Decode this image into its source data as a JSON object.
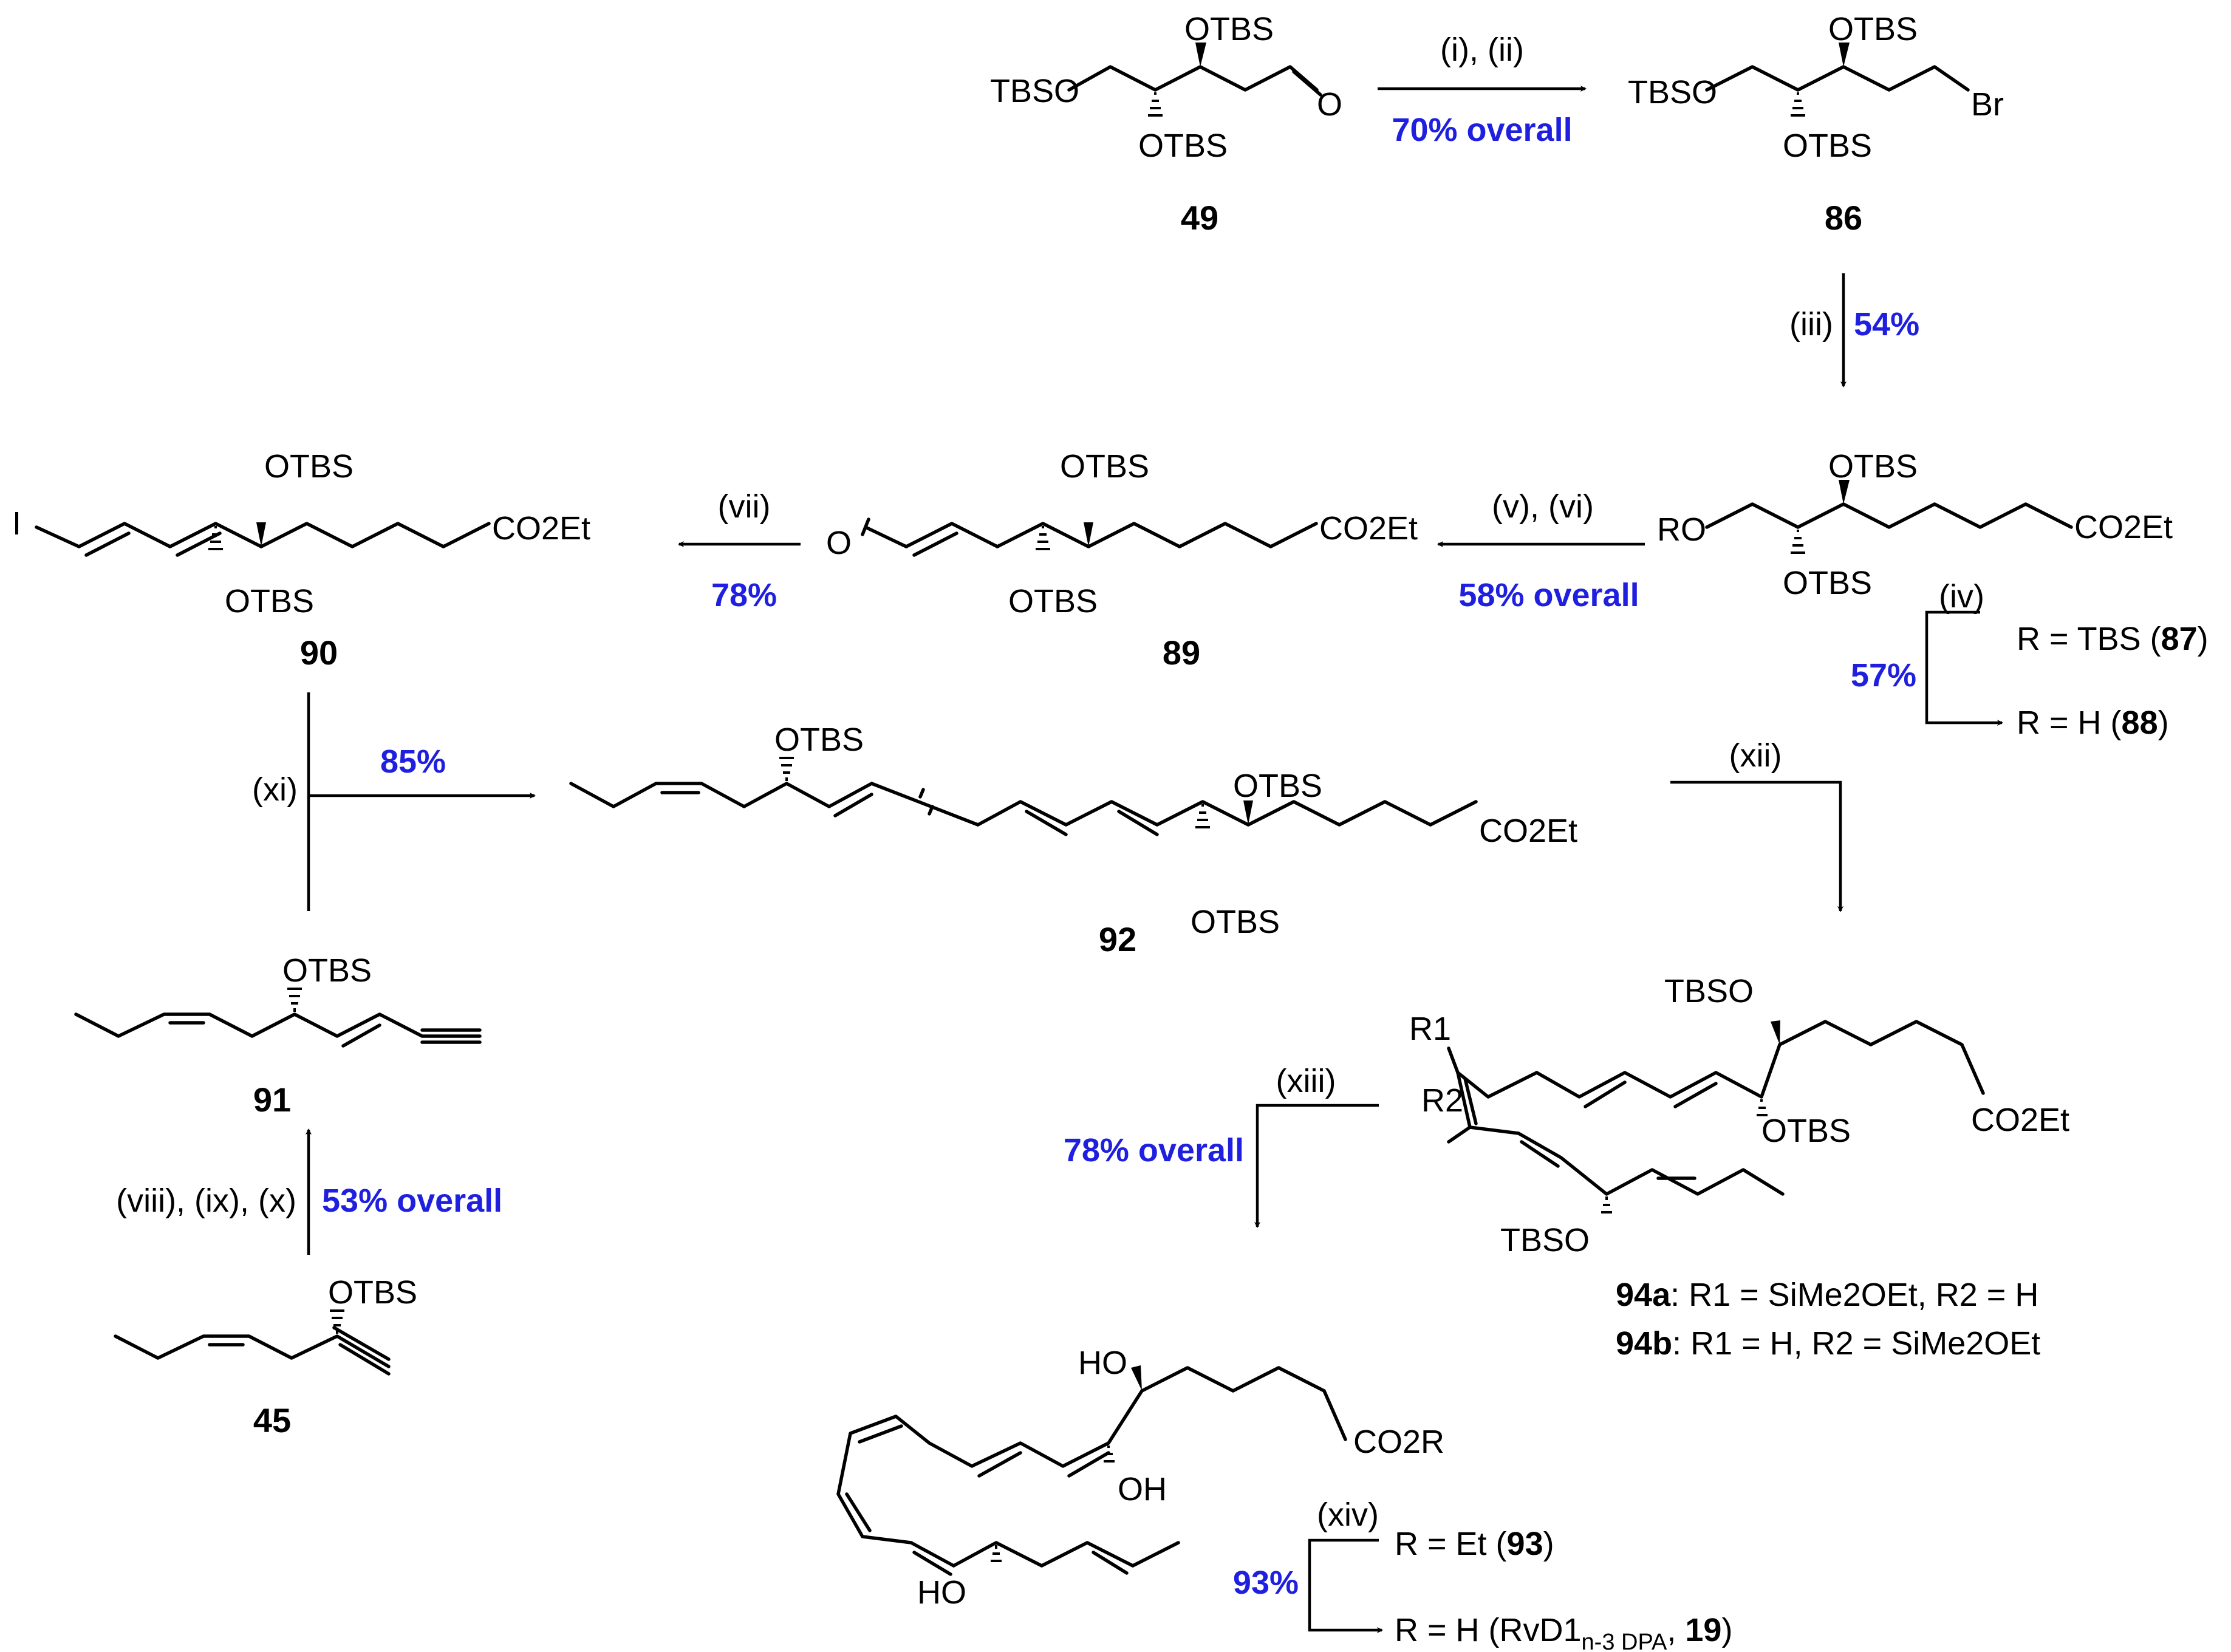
{
  "compounds": {
    "c49": {
      "id": "49",
      "labels": {
        "tbso": "TBSO",
        "otbs_top": "OTBS",
        "otbs_bot": "OTBS",
        "o": "O"
      }
    },
    "c86": {
      "id": "86",
      "labels": {
        "tbso": "TBSO",
        "otbs_top": "OTBS",
        "otbs_bot": "OTBS",
        "br": "Br"
      }
    },
    "c87_88": {
      "labels": {
        "ro": "RO",
        "otbs_top": "OTBS",
        "otbs_bot": "OTBS",
        "ester": "CO2Et"
      }
    },
    "c89": {
      "id": "89",
      "labels": {
        "o": "O",
        "otbs_top": "OTBS",
        "otbs_bot": "OTBS",
        "ester": "CO2Et"
      }
    },
    "c90": {
      "id": "90",
      "labels": {
        "i": "I",
        "otbs_top": "OTBS",
        "otbs_bot": "OTBS",
        "ester": "CO2Et"
      }
    },
    "c91": {
      "id": "91",
      "labels": {
        "otbs": "OTBS"
      }
    },
    "c45": {
      "id": "45",
      "labels": {
        "otbs": "OTBS"
      }
    },
    "c92": {
      "id": "92",
      "labels": {
        "otbs_a": "OTBS",
        "otbs_b": "OTBS",
        "otbs_c": "OTBS",
        "ester": "CO2Et"
      }
    },
    "c94": {
      "labels": {
        "tbso_a": "TBSO",
        "otbs": "OTBS",
        "tbso_b": "TBSO",
        "r1": "R1",
        "r2": "R2",
        "ester": "CO2Et"
      },
      "variant_a": {
        "id": "94a",
        "text": ": R1 = SiMe2OEt, R2 = H"
      },
      "variant_b": {
        "id": "94b",
        "text": ": R1 = H, R2 =  SiMe2OEt"
      }
    },
    "c93": {
      "labels": {
        "ho_a": "HO",
        "oh": "OH",
        "ho_b": "HO",
        "ester": "CO2R"
      }
    }
  },
  "steps": {
    "s1": {
      "conditions": "(i), (ii)",
      "yield": "70% overall"
    },
    "s2": {
      "conditions": "(iii)",
      "yield": "54%"
    },
    "s3": {
      "conditions": "(iv)",
      "yield": "57%",
      "from": "R = TBS (",
      "from_id": "87",
      "to": "R = H (",
      "to_id": "88"
    },
    "s4": {
      "conditions": "(v), (vi)",
      "yield": "58% overall"
    },
    "s5": {
      "conditions": "(vii)",
      "yield": "78%"
    },
    "s6": {
      "conditions": "(viii), (ix), (x)",
      "yield": "53% overall"
    },
    "s7": {
      "conditions": "(xi)",
      "yield": "85%"
    },
    "s8": {
      "conditions": "(xii)"
    },
    "s9": {
      "conditions": "(xiii)",
      "yield": "78% overall"
    },
    "s10": {
      "conditions": "(xiv)",
      "yield": "93%",
      "from": "R = Et (",
      "from_id": "93",
      "to": "R = H (RvD1",
      "to_sub": "n-3 DPA",
      "to_id": "19"
    }
  }
}
